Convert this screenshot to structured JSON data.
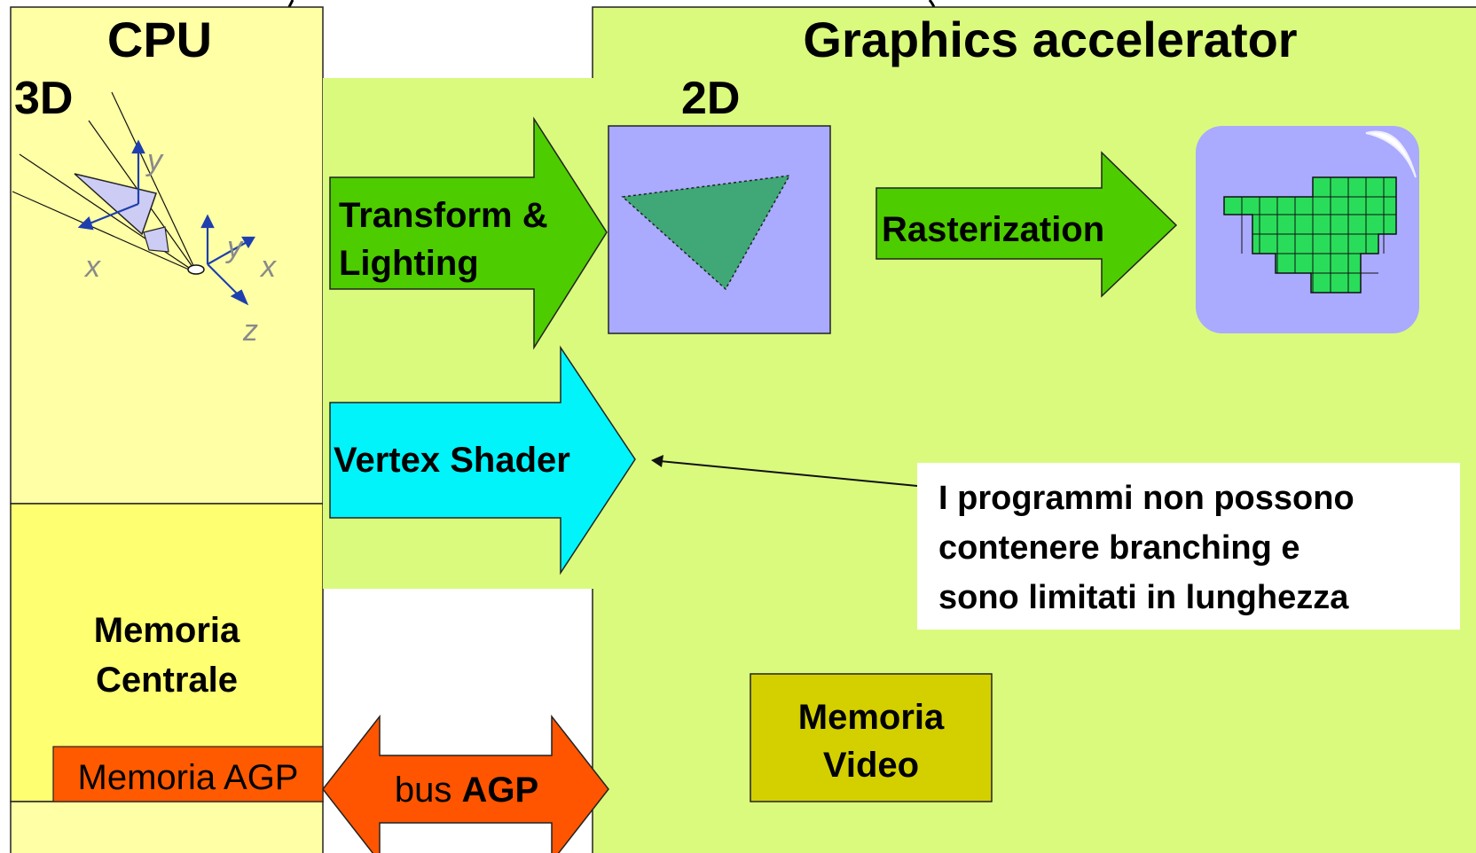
{
  "cpu": {
    "title": "CPU",
    "label_3d": "3D",
    "axes": {
      "x1": "x",
      "y1": "y",
      "x2": "x",
      "y2": "y",
      "z": "z"
    }
  },
  "memoria_centrale": {
    "line1": "Memoria",
    "line2": "Centrale"
  },
  "memoria_agp": "Memoria AGP",
  "bus": {
    "prefix": "bus ",
    "name": "AGP"
  },
  "gpu": {
    "title": "Graphics accelerator",
    "label_2d": "2D"
  },
  "transform": {
    "line1": "Transform &",
    "line2": "Lighting"
  },
  "rasterization": "Rasterization",
  "vertex_shader": "Vertex Shader",
  "note": {
    "line1": "I programmi non possono",
    "line2": "contenere branching e",
    "line3": "sono limitati in lunghezza"
  },
  "memoria_video": {
    "line1": "Memoria",
    "line2": "Video"
  },
  "colors": {
    "cpu_panel": "#ffff99",
    "mem_panel": "#ffff66",
    "gpu_panel": "#d9f87c",
    "green_arrow": "#4ccc00",
    "cyan_arrow": "#00f0f8",
    "orange": "#ff5000",
    "lavender": "#aaaaff",
    "tri_green": "#3fa874",
    "video_mem": "#d6d000"
  }
}
